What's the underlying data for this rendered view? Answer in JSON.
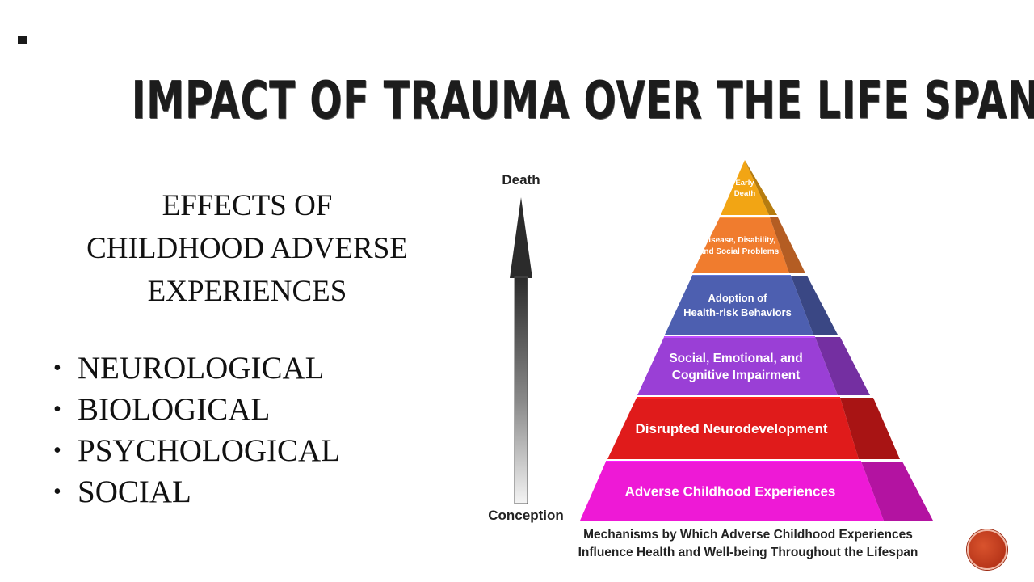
{
  "slide": {
    "title": "IMPACT OF TRAUMA OVER THE LIFE SPAN",
    "subheading_lines": [
      "EFFECTS OF",
      "CHILDHOOD ADVERSE",
      "EXPERIENCES"
    ],
    "effects": [
      "NEUROLOGICAL",
      "BIOLOGICAL",
      "PSYCHOLOGICAL",
      "SOCIAL"
    ]
  },
  "diagram": {
    "arrow_top_label": "Death",
    "arrow_bottom_label": "Conception",
    "levels": [
      {
        "label_lines": [
          "Early",
          "Death"
        ],
        "color": "#f2a514"
      },
      {
        "label_lines": [
          "Disease, Disability,",
          "and Social Problems"
        ],
        "color": "#f07c2e"
      },
      {
        "label_lines": [
          "Adoption of",
          "Health-risk Behaviors"
        ],
        "color": "#4d5fb0"
      },
      {
        "label_lines": [
          "Social, Emotional, and",
          "Cognitive Impairment"
        ],
        "color": "#9a3fd6"
      },
      {
        "label_lines": [
          "Disrupted Neurodevelopment"
        ],
        "color": "#e01b1b"
      },
      {
        "label_lines": [
          "Adverse Childhood Experiences"
        ],
        "color": "#ee19d6"
      }
    ],
    "caption_lines": [
      "Mechanisms by Which Adverse Childhood Experiences",
      "Influence Health and Well-being Throughout the Lifespan"
    ]
  },
  "colors": {
    "next_button": "#c5401f",
    "arrow": "#2b2b2b"
  }
}
